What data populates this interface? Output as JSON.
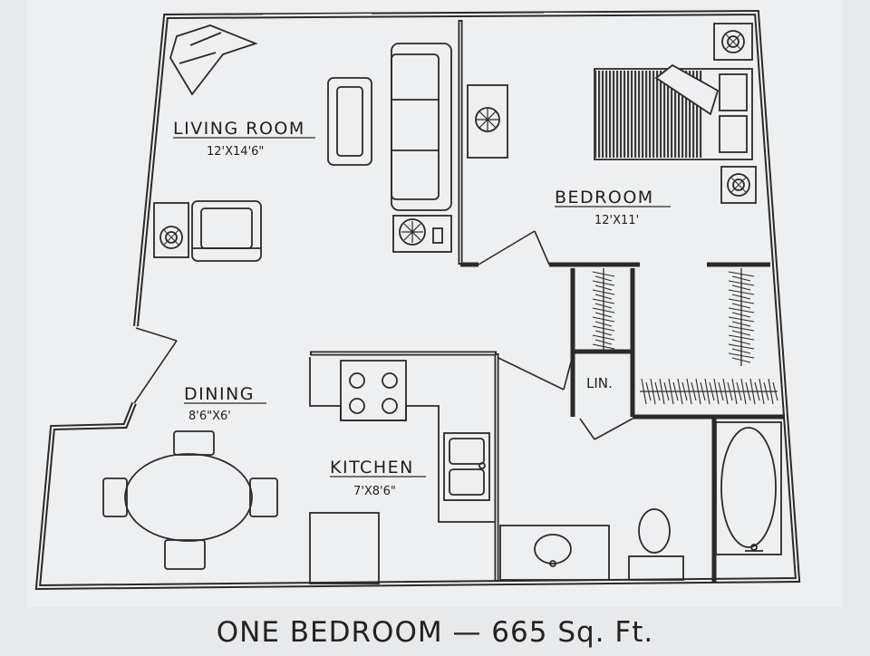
{
  "plan": {
    "caption": "ONE BEDROOM — 665 Sq. Ft.",
    "rooms": {
      "living": {
        "name": "LIVING ROOM",
        "dims": "12'X14'6\""
      },
      "bedroom": {
        "name": "BEDROOM",
        "dims": "12'X11'"
      },
      "dining": {
        "name": "DINING",
        "dims": "8'6\"X6'"
      },
      "kitchen": {
        "name": "KITCHEN",
        "dims": "7'X8'6\""
      },
      "linen": {
        "name": "LIN."
      }
    }
  }
}
